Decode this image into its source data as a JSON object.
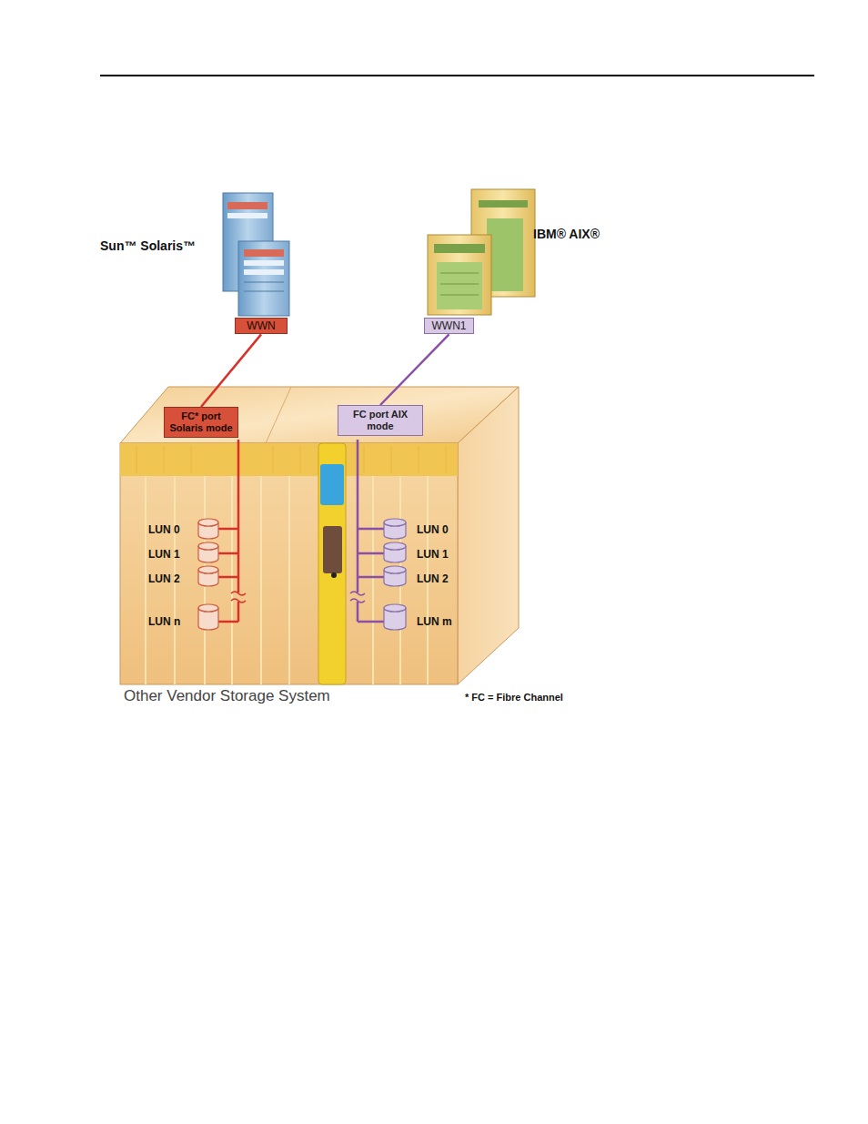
{
  "diagram": {
    "nodes": [
      {
        "text": [
          "Other Vendor Storage System"
        ]
      },
      {
        "text": [
          "FC* port Solaris mode"
        ],
        "in": 0
      },
      {
        "text": [
          "FC port AIX mode"
        ],
        "in": 0
      },
      {
        "text": [
          "WWN"
        ]
      },
      {
        "text": [
          "WWN1"
        ]
      }
    ],
    "edges": [
      {
        "from": 3,
        "to": 1,
        "arrow": "none"
      },
      {
        "from": 4,
        "to": 2,
        "arrow": "none"
      }
    ],
    "labels": [
      "Sun™ Solaris™",
      "IBM® AIX®",
      "LUN 0",
      "LUN 1",
      "LUN 2",
      "LUN n",
      "LUN 0",
      "LUN 1",
      "LUN 2",
      "LUN m",
      "* FC = Fibre Channel"
    ]
  }
}
